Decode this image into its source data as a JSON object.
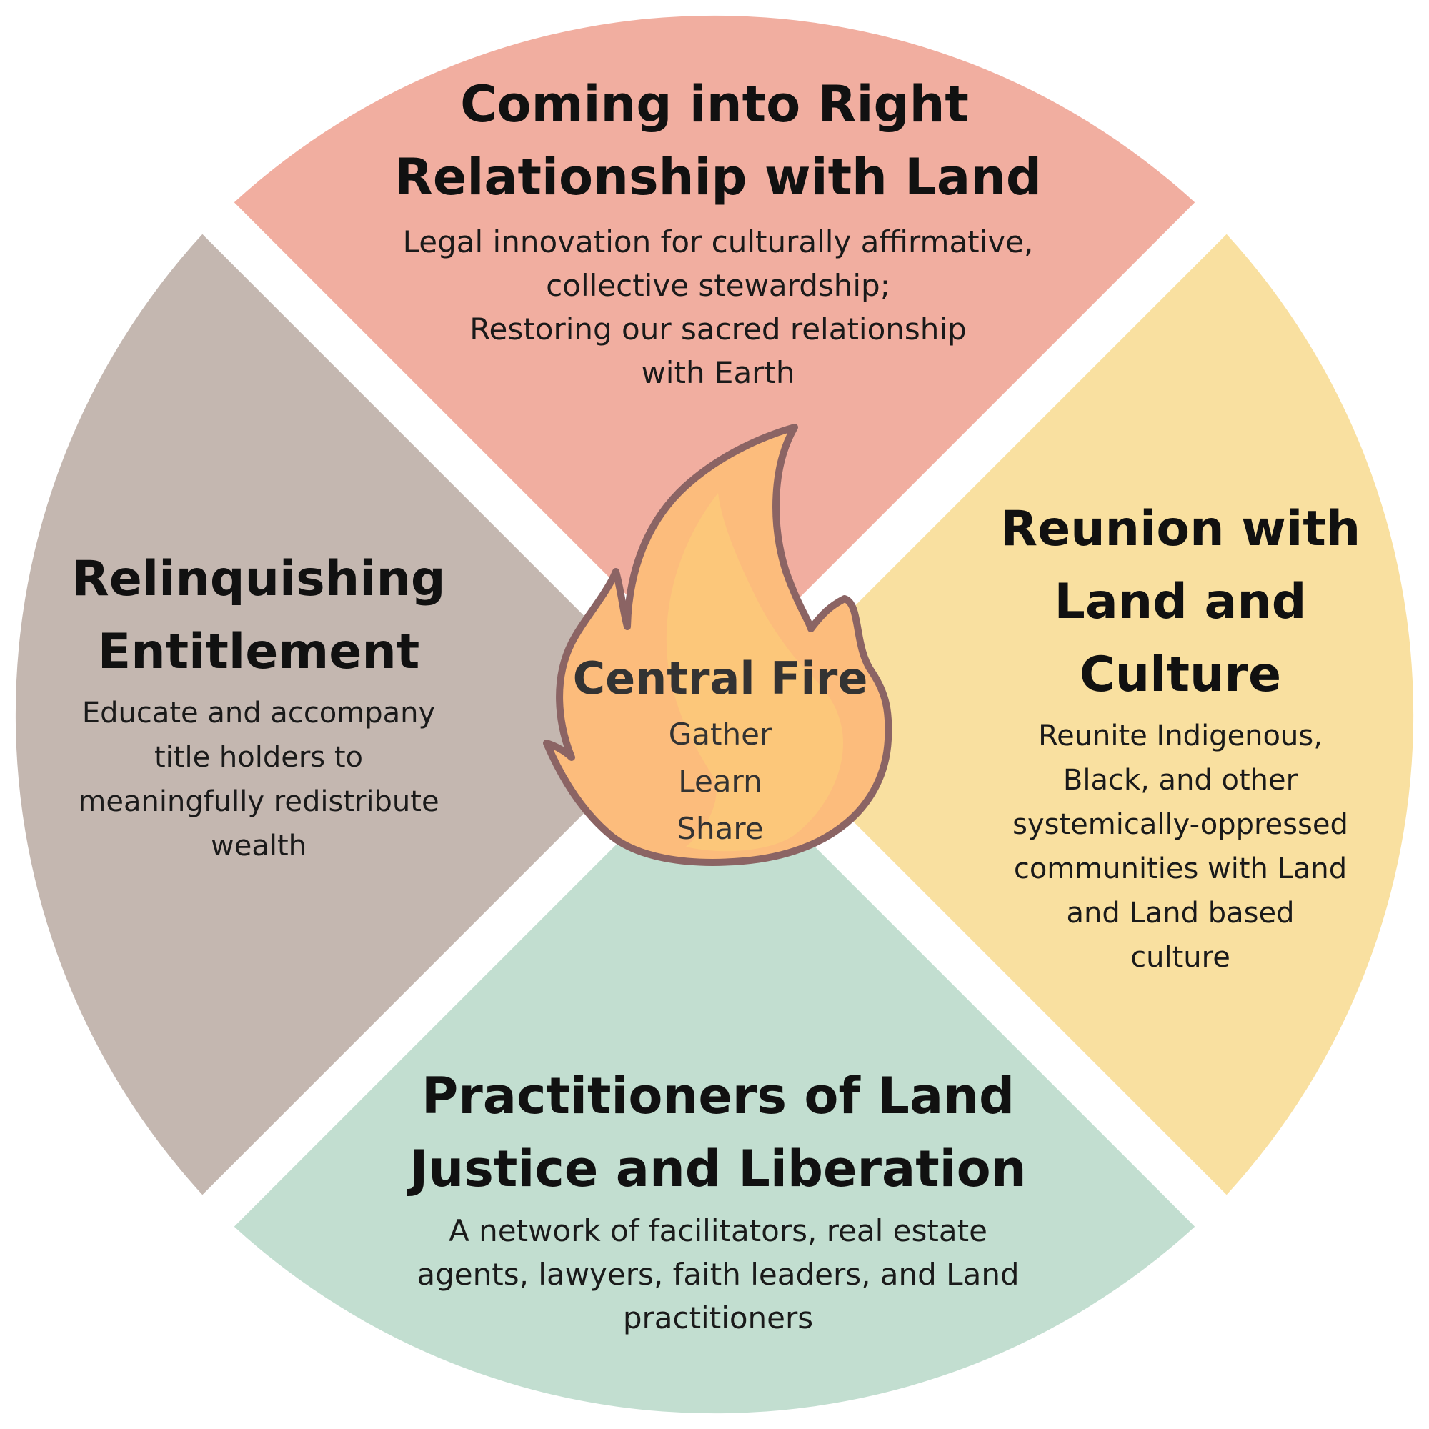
{
  "colors": {
    "top": "#F1AEA0",
    "right": "#F9E0A0",
    "bottom": "#C2DED0",
    "left": "#C4B7B0",
    "flame_fill": "#FCBC7C",
    "flame_inner": "#FCCF79",
    "flame_stroke": "#8B6464"
  },
  "quadrants": {
    "top": {
      "title_lines": [
        "Coming into Right",
        "Relationship with Land"
      ],
      "desc_lines": [
        "Legal innovation for culturally affirmative,",
        "collective stewardship;",
        "Restoring our sacred relationship",
        "with Earth"
      ]
    },
    "right": {
      "title_lines": [
        "Reunion with",
        "Land and",
        "Culture"
      ],
      "desc_lines": [
        "Reunite Indigenous,",
        "Black, and other",
        "systemically-oppressed",
        "communities with Land",
        "and Land based",
        "culture"
      ]
    },
    "bottom": {
      "title_lines": [
        "Practitioners of Land",
        "Justice and Liberation"
      ],
      "desc_lines": [
        "A network of facilitators, real estate",
        "agents, lawyers, faith leaders, and Land",
        "practitioners"
      ]
    },
    "left": {
      "title_lines": [
        "Relinquishing",
        "Entitlement"
      ],
      "desc_lines": [
        "Educate and accompany",
        "title holders to",
        "meaningfully redistribute",
        "wealth"
      ]
    }
  },
  "center": {
    "title": "Central Fire",
    "words": [
      "Gather",
      "Learn",
      "Share"
    ],
    "icon": "flame-icon"
  }
}
